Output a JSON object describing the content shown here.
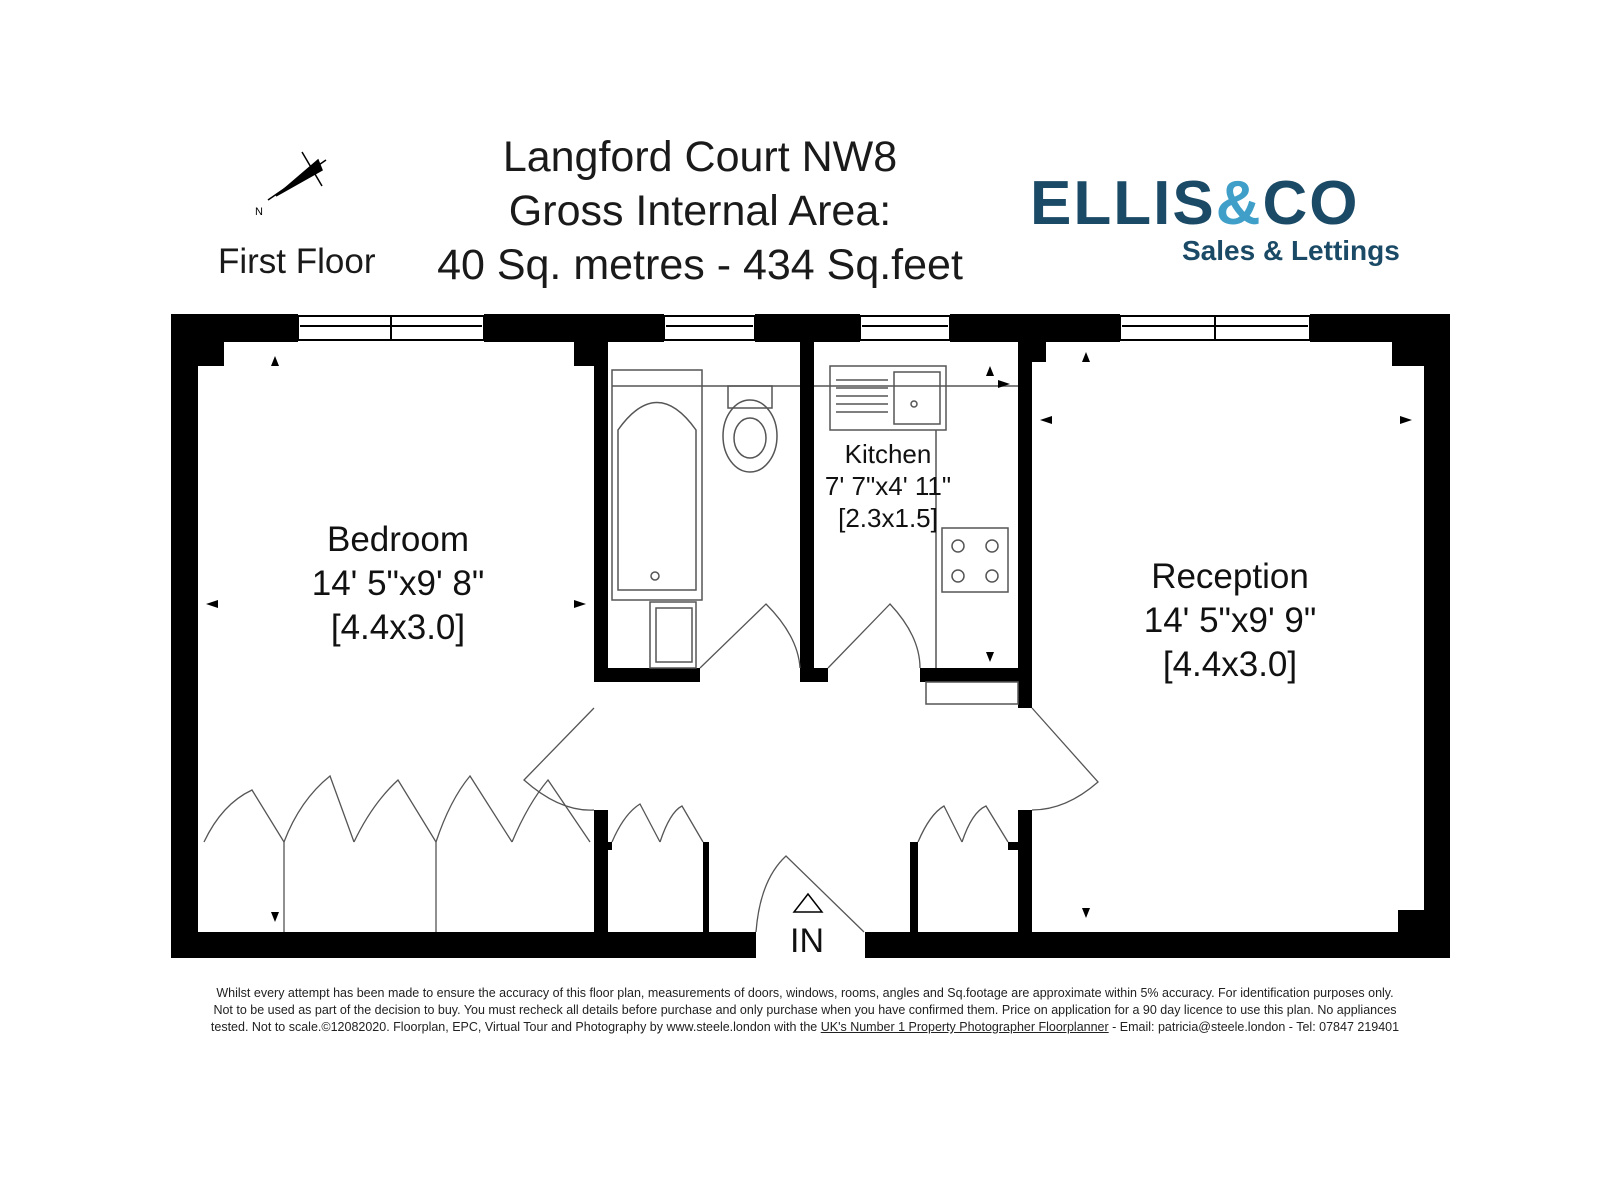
{
  "header": {
    "title_line1": "Langford Court NW8",
    "title_line2": "Gross Internal Area:",
    "title_line3": "40 Sq. metres - 434 Sq.feet",
    "floor": "First Floor"
  },
  "compass": {
    "icon": "compass-icon",
    "north_label": "N"
  },
  "logo": {
    "brand_left": "ELLIS",
    "brand_amp": "&",
    "brand_right": "CO",
    "tagline": "Sales & Lettings",
    "brand_color": "#1a4a66",
    "accent_color": "#3f9fc8"
  },
  "rooms": {
    "bedroom": {
      "name": "Bedroom",
      "imperial": "14' 5\"x9' 8\"",
      "metric": "[4.4x3.0]"
    },
    "kitchen": {
      "name": "Kitchen",
      "imperial": "7' 7\"x4' 11\"",
      "metric": "[2.3x1.5]"
    },
    "reception": {
      "name": "Reception",
      "imperial": "14' 5\"x9' 9\"",
      "metric": "[4.4x3.0]"
    }
  },
  "entrance": {
    "label": "IN",
    "icon": "entrance-arrow-icon"
  },
  "disclaimer": {
    "line1": "Whilst every attempt has been made to ensure the accuracy of this floor plan, measurements of doors, windows, rooms, angles and Sq.footage are approximate within 5% accuracy. For identification purposes only.",
    "line2": "Not to be used as part of the decision to buy. You must recheck all details before purchase and only purchase when you have confirmed them. Price on application for a 90 day licence to use this plan. No appliances",
    "line3_start": "tested.  Not to scale.©12082020.  Floorplan, EPC, Virtual Tour and Photography by  www.steele.london with the ",
    "line3_link": "UK's Number 1 Property Photographer Floorplanner",
    "line3_end": " - Email: patricia@steele.london - Tel: 07847 219401"
  },
  "colors": {
    "wall": "#000000",
    "fixture_line": "#555555",
    "background": "#ffffff"
  }
}
